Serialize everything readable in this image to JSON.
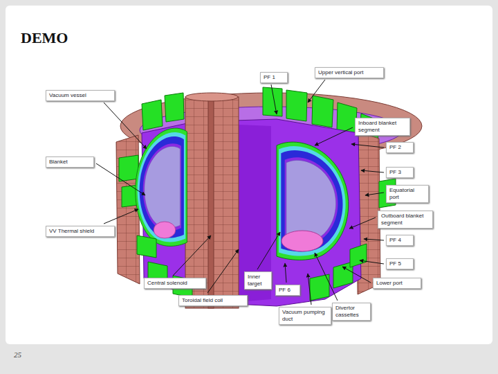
{
  "diagram": {
    "title": "DEMO",
    "nodes": [
      {
        "text": [
          "PF 1"
        ]
      },
      {
        "text": [
          "Upper vertical port"
        ]
      },
      {
        "text": [
          "Vacuum vessel"
        ]
      },
      {
        "text": [
          "Inboard blanket segment"
        ]
      },
      {
        "text": [
          "PF 2"
        ]
      },
      {
        "text": [
          "Blanket"
        ]
      },
      {
        "text": [
          "PF 3"
        ]
      },
      {
        "text": [
          "Equatorial port"
        ]
      },
      {
        "text": [
          "Outboard blanket segment"
        ]
      },
      {
        "text": [
          "VV Thermal shield"
        ]
      },
      {
        "text": [
          "PF 4"
        ]
      },
      {
        "text": [
          "PF 5"
        ]
      },
      {
        "text": [
          "Central solenoid"
        ]
      },
      {
        "text": [
          "Inner target"
        ]
      },
      {
        "text": [
          "Lower port"
        ]
      },
      {
        "text": [
          "Toroidal field coil"
        ]
      },
      {
        "text": [
          "PF 6"
        ]
      },
      {
        "text": [
          "Divertor cassettes"
        ]
      },
      {
        "text": [
          "Vacuum pumping duct"
        ]
      }
    ],
    "labels": [
      "25"
    ]
  }
}
